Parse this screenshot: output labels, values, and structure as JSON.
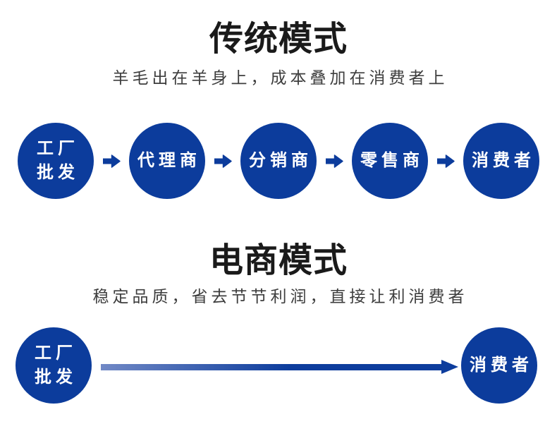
{
  "colors": {
    "node_blue": "#0c3c9c",
    "long_arrow_gradient_start": "#7189c6",
    "long_arrow_gradient_end": "#0d3d9d",
    "title_color": "#1a1a1a",
    "subtitle_color": "#3d3d3d",
    "page_background": "#ffffff"
  },
  "sections": {
    "traditional": {
      "title": "传统模式",
      "subtitle": "羊毛出在羊身上，成本叠加在消费者上",
      "nodes": [
        {
          "label": "工厂批发",
          "lines": [
            "工厂",
            "批发"
          ]
        },
        {
          "label": "代理商"
        },
        {
          "label": "分销商"
        },
        {
          "label": "零售商"
        },
        {
          "label": "消费者"
        }
      ],
      "arrow_icon": "right-block-arrow"
    },
    "ecommerce": {
      "title": "电商模式",
      "subtitle": "稳定品质，省去节节利润，直接让利消费者",
      "nodes": [
        {
          "label": "工厂批发",
          "lines": [
            "工厂",
            "批发"
          ]
        },
        {
          "label": "消费者"
        }
      ],
      "arrow_icon": "long-gradient-right-arrow"
    }
  }
}
